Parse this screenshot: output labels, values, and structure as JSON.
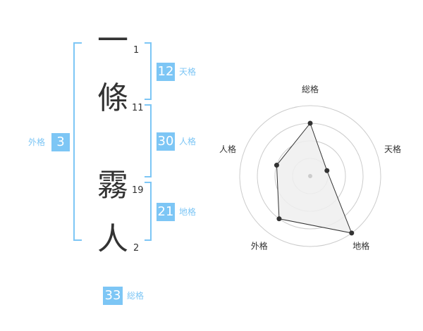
{
  "name": {
    "chars": [
      {
        "char": "一",
        "strokes": "1"
      },
      {
        "char": "條",
        "strokes": "11"
      },
      {
        "char": "霧",
        "strokes": "19"
      },
      {
        "char": "人",
        "strokes": "2"
      }
    ]
  },
  "kakusuu": {
    "tenkaku": {
      "value": "12",
      "label": "天格"
    },
    "jinkaku": {
      "value": "30",
      "label": "人格"
    },
    "chikaku": {
      "value": "21",
      "label": "地格"
    },
    "gaikaku": {
      "value": "3",
      "label": "外格"
    },
    "soukaku": {
      "value": "33",
      "label": "総格"
    }
  },
  "radar": {
    "axes": [
      "総格",
      "天格",
      "地格",
      "外格",
      "人格"
    ],
    "values": [
      0.75,
      0.25,
      1.0,
      0.75,
      0.5
    ],
    "max": 1.0,
    "rings": 4,
    "colors": {
      "ring": "#cccccc",
      "fill": "#eeeeee",
      "line": "#333333",
      "center": "#cccccc"
    }
  }
}
